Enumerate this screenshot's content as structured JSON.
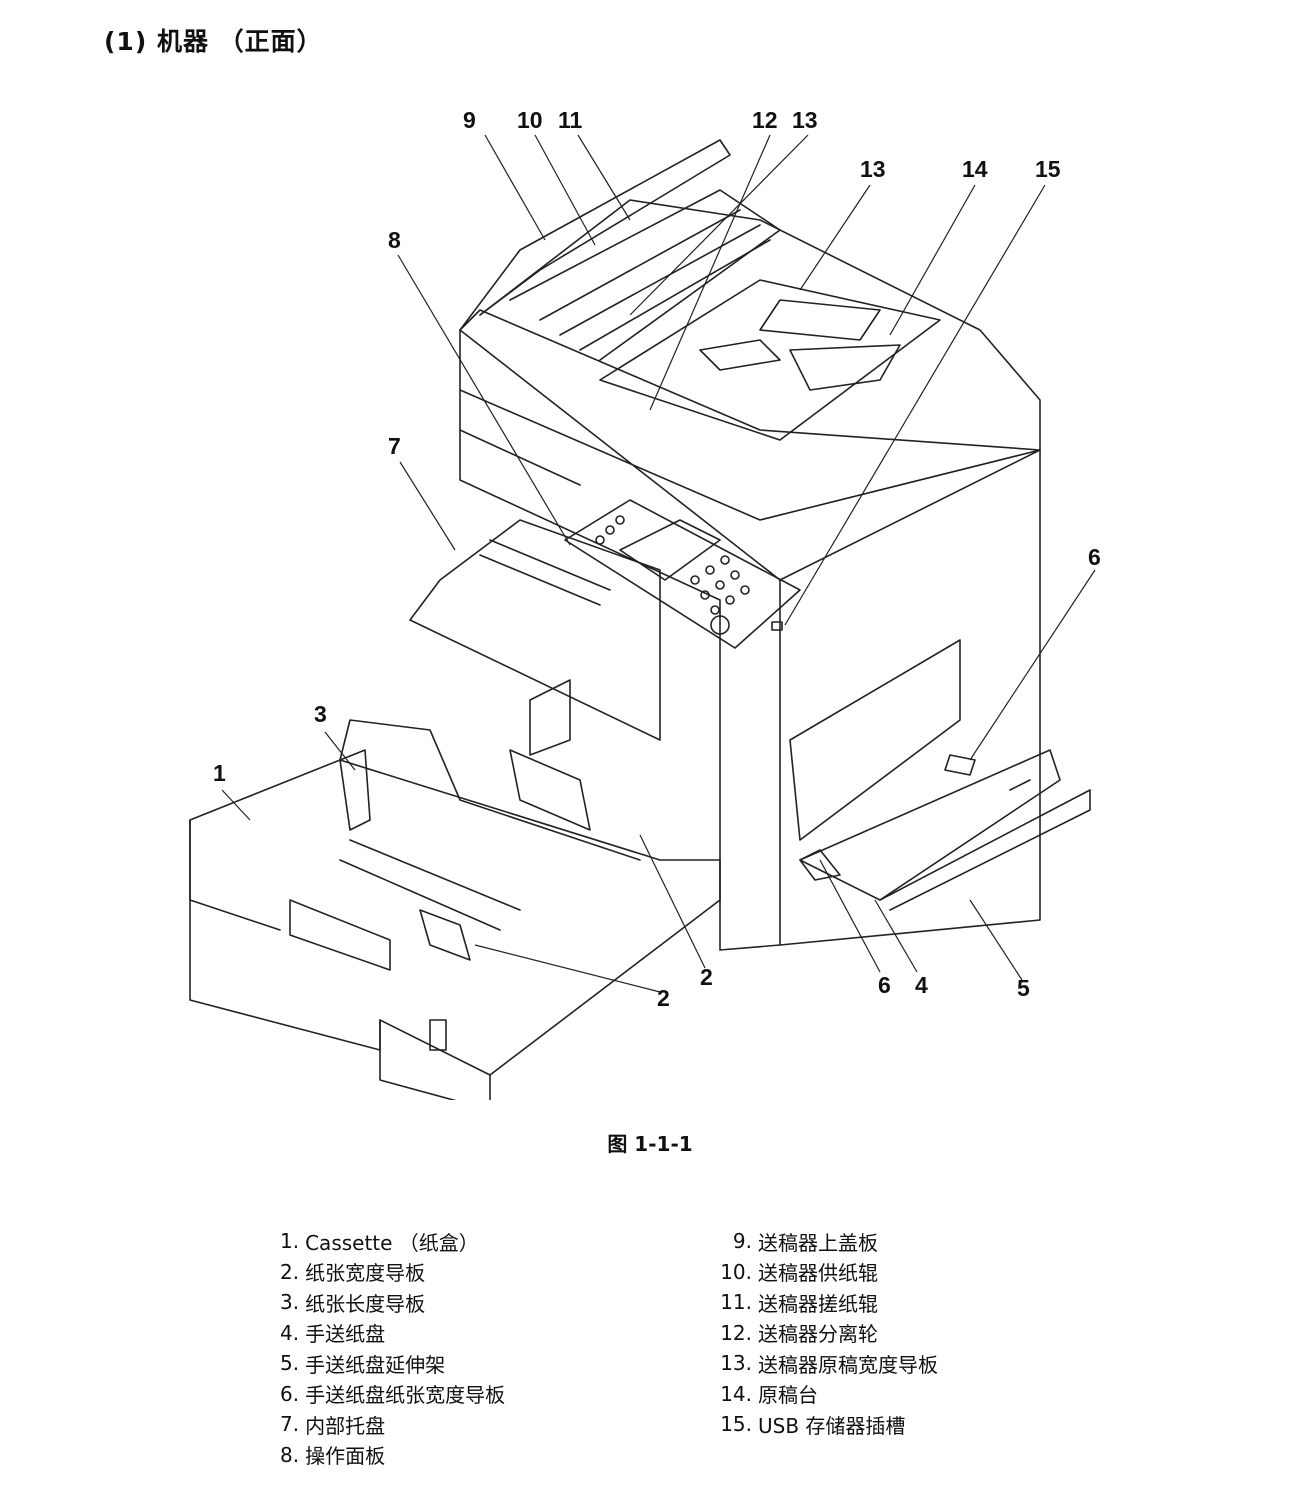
{
  "section": {
    "title": "(1) 机器 （正面）"
  },
  "figure": {
    "caption": "图 1-1-1",
    "callouts": [
      "9",
      "10",
      "11",
      "12",
      "13",
      "13",
      "14",
      "15",
      "8",
      "7",
      "6",
      "3",
      "1",
      "2",
      "2",
      "6",
      "4",
      "5"
    ]
  },
  "legend": {
    "left": [
      {
        "num": "1.",
        "label": "Cassette （纸盒）"
      },
      {
        "num": "2.",
        "label": "纸张宽度导板"
      },
      {
        "num": "3.",
        "label": "纸张长度导板"
      },
      {
        "num": "4.",
        "label": "手送纸盘"
      },
      {
        "num": "5.",
        "label": "手送纸盘延伸架"
      },
      {
        "num": "6.",
        "label": "手送纸盘纸张宽度导板"
      },
      {
        "num": "7.",
        "label": "内部托盘"
      },
      {
        "num": "8.",
        "label": "操作面板"
      }
    ],
    "right": [
      {
        "num": "9.",
        "label": "送稿器上盖板"
      },
      {
        "num": "10.",
        "label": "送稿器供纸辊"
      },
      {
        "num": "11.",
        "label": "送稿器搓纸辊"
      },
      {
        "num": "12.",
        "label": "送稿器分离轮"
      },
      {
        "num": "13.",
        "label": "送稿器原稿宽度导板"
      },
      {
        "num": "14.",
        "label": "原稿台"
      },
      {
        "num": "15.",
        "label": "USB 存储器插槽"
      }
    ]
  }
}
